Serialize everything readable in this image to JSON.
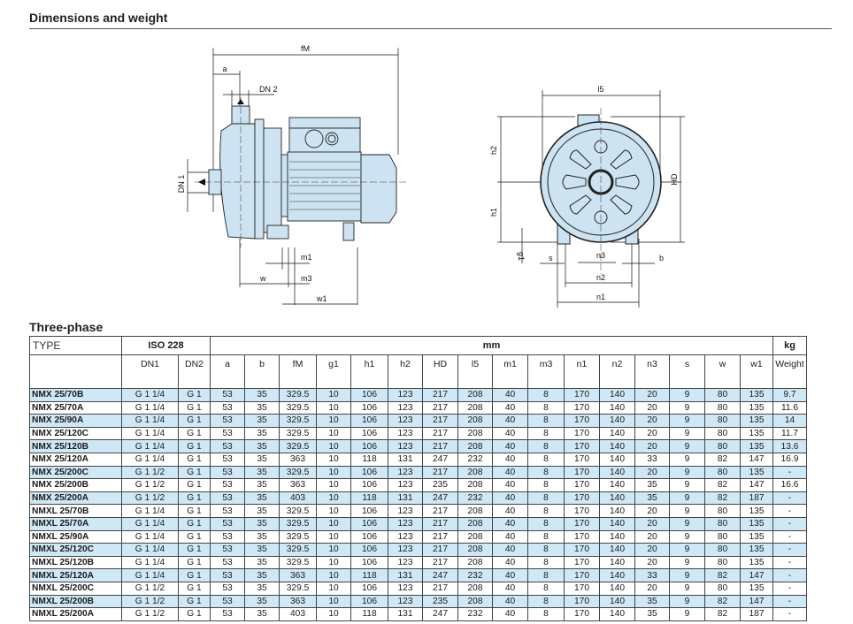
{
  "header": {
    "title": "Dimensions and weight"
  },
  "diagrams": {
    "side_view": {
      "labels": {
        "fM": "fM",
        "a": "a",
        "DN2": "DN 2",
        "DN1": "DN 1",
        "m1": "m1",
        "m3": "m3",
        "w": "w",
        "w1": "w1"
      }
    },
    "front_view": {
      "labels": {
        "l5": "l5",
        "h2": "h2",
        "h1": "h1",
        "HD": "HD",
        "g1": "g1",
        "s": "s",
        "n3": "n3",
        "b": "b",
        "n2": "n2",
        "n1": "n1"
      }
    }
  },
  "table": {
    "title": "Three-phase",
    "group_headers": {
      "type": "TYPE",
      "iso": "ISO 228",
      "mm": "mm",
      "kg": "kg"
    },
    "columns": [
      "DN1",
      "DN2",
      "a",
      "b",
      "fM",
      "g1",
      "h1",
      "h2",
      "HD",
      "l5",
      "m1",
      "m3",
      "n1",
      "n2",
      "n3",
      "s",
      "w",
      "w1",
      "Weight"
    ],
    "rows": [
      [
        "NMX 25/70B",
        "G 1 1/4",
        "G 1",
        "53",
        "35",
        "329.5",
        "10",
        "106",
        "123",
        "217",
        "208",
        "40",
        "8",
        "170",
        "140",
        "20",
        "9",
        "80",
        "135",
        "9.7"
      ],
      [
        "NMX 25/70A",
        "G 1 1/4",
        "G 1",
        "53",
        "35",
        "329.5",
        "10",
        "106",
        "123",
        "217",
        "208",
        "40",
        "8",
        "170",
        "140",
        "20",
        "9",
        "80",
        "135",
        "11.6"
      ],
      [
        "NMX 25/90A",
        "G 1 1/4",
        "G 1",
        "53",
        "35",
        "329.5",
        "10",
        "106",
        "123",
        "217",
        "208",
        "40",
        "8",
        "170",
        "140",
        "20",
        "9",
        "80",
        "135",
        "14"
      ],
      [
        "NMX 25/120C",
        "G 1 1/4",
        "G 1",
        "53",
        "35",
        "329.5",
        "10",
        "106",
        "123",
        "217",
        "208",
        "40",
        "8",
        "170",
        "140",
        "20",
        "9",
        "80",
        "135",
        "11.7"
      ],
      [
        "NMX 25/120B",
        "G 1 1/4",
        "G 1",
        "53",
        "35",
        "329.5",
        "10",
        "106",
        "123",
        "217",
        "208",
        "40",
        "8",
        "170",
        "140",
        "20",
        "9",
        "80",
        "135",
        "13.6"
      ],
      [
        "NMX 25/120A",
        "G 1 1/4",
        "G 1",
        "53",
        "35",
        "363",
        "10",
        "118",
        "131",
        "247",
        "232",
        "40",
        "8",
        "170",
        "140",
        "33",
        "9",
        "82",
        "147",
        "16.9"
      ],
      [
        "NMX 25/200C",
        "G 1 1/2",
        "G 1",
        "53",
        "35",
        "329.5",
        "10",
        "106",
        "123",
        "217",
        "208",
        "40",
        "8",
        "170",
        "140",
        "20",
        "9",
        "80",
        "135",
        "-"
      ],
      [
        "NMX 25/200B",
        "G 1 1/2",
        "G 1",
        "53",
        "35",
        "363",
        "10",
        "106",
        "123",
        "235",
        "208",
        "40",
        "8",
        "170",
        "140",
        "35",
        "9",
        "82",
        "147",
        "16.6"
      ],
      [
        "NMX 25/200A",
        "G 1 1/2",
        "G 1",
        "53",
        "35",
        "403",
        "10",
        "118",
        "131",
        "247",
        "232",
        "40",
        "8",
        "170",
        "140",
        "35",
        "9",
        "82",
        "187",
        "-"
      ],
      [
        "NMXL 25/70B",
        "G 1 1/4",
        "G 1",
        "53",
        "35",
        "329.5",
        "10",
        "106",
        "123",
        "217",
        "208",
        "40",
        "8",
        "170",
        "140",
        "20",
        "9",
        "80",
        "135",
        "-"
      ],
      [
        "NMXL 25/70A",
        "G 1 1/4",
        "G 1",
        "53",
        "35",
        "329.5",
        "10",
        "106",
        "123",
        "217",
        "208",
        "40",
        "8",
        "170",
        "140",
        "20",
        "9",
        "80",
        "135",
        "-"
      ],
      [
        "NMXL 25/90A",
        "G 1 1/4",
        "G 1",
        "53",
        "35",
        "329.5",
        "10",
        "106",
        "123",
        "217",
        "208",
        "40",
        "8",
        "170",
        "140",
        "20",
        "9",
        "80",
        "135",
        "-"
      ],
      [
        "NMXL 25/120C",
        "G 1 1/4",
        "G 1",
        "53",
        "35",
        "329.5",
        "10",
        "106",
        "123",
        "217",
        "208",
        "40",
        "8",
        "170",
        "140",
        "20",
        "9",
        "80",
        "135",
        "-"
      ],
      [
        "NMXL 25/120B",
        "G 1 1/4",
        "G 1",
        "53",
        "35",
        "329.5",
        "10",
        "106",
        "123",
        "217",
        "208",
        "40",
        "8",
        "170",
        "140",
        "20",
        "9",
        "80",
        "135",
        "-"
      ],
      [
        "NMXL 25/120A",
        "G 1 1/4",
        "G 1",
        "53",
        "35",
        "363",
        "10",
        "118",
        "131",
        "247",
        "232",
        "40",
        "8",
        "170",
        "140",
        "33",
        "9",
        "82",
        "147",
        "-"
      ],
      [
        "NMXL 25/200C",
        "G 1 1/2",
        "G 1",
        "53",
        "35",
        "329.5",
        "10",
        "106",
        "123",
        "217",
        "208",
        "40",
        "8",
        "170",
        "140",
        "20",
        "9",
        "80",
        "135",
        "-"
      ],
      [
        "NMXL 25/200B",
        "G 1 1/2",
        "G 1",
        "53",
        "35",
        "363",
        "10",
        "106",
        "123",
        "235",
        "208",
        "40",
        "8",
        "170",
        "140",
        "35",
        "9",
        "82",
        "147",
        "-"
      ],
      [
        "NMXL 25/200A",
        "G 1 1/2",
        "G 1",
        "53",
        "35",
        "403",
        "10",
        "118",
        "131",
        "247",
        "232",
        "40",
        "8",
        "170",
        "140",
        "35",
        "9",
        "82",
        "187",
        "-"
      ]
    ]
  },
  "colors": {
    "row_highlight": "#cfe8f5",
    "pump_fill": "#cde3f2"
  }
}
